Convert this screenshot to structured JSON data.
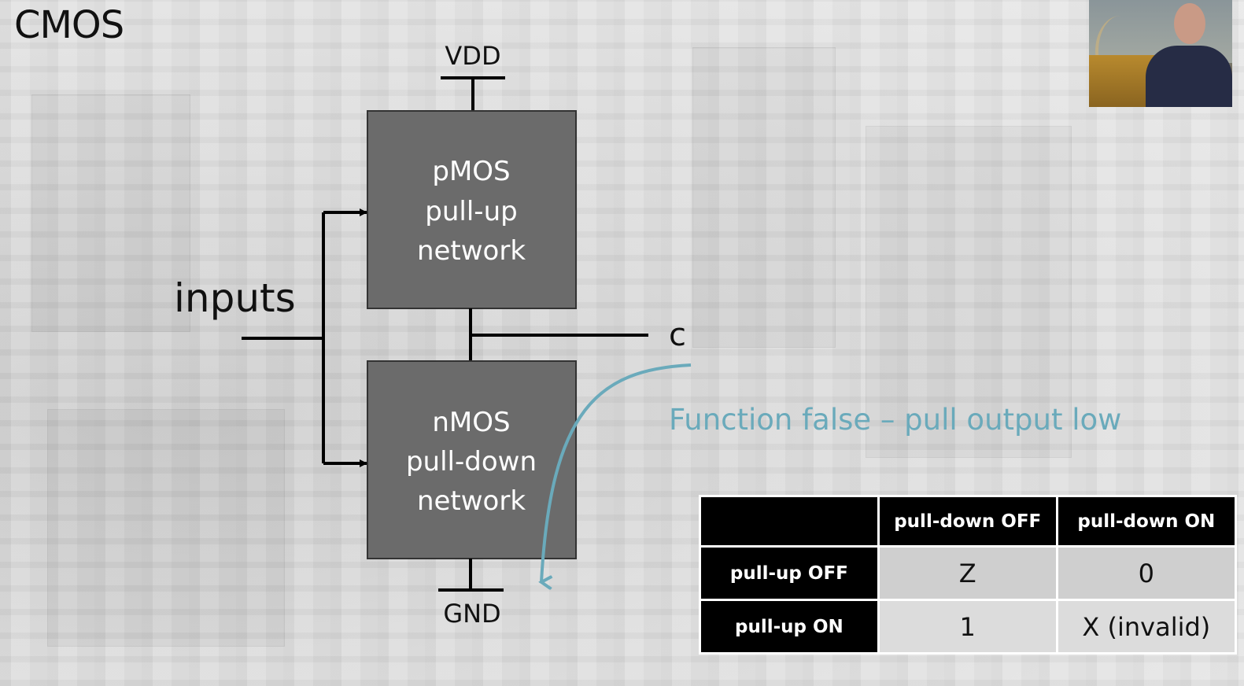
{
  "slide": {
    "title": "CMOS",
    "caption": "Function false – pull output low",
    "caption_color": "#6aaabb"
  },
  "diagram": {
    "vdd_label": "VDD",
    "gnd_label": "GND",
    "inputs_label": "inputs",
    "output_label": "c",
    "pullup_block": [
      "pMOS",
      "pull-up",
      "network"
    ],
    "pulldown_block": [
      "nMOS",
      "pull-down",
      "network"
    ],
    "block_color": "#6b6b6b"
  },
  "truth_table": {
    "corner": "",
    "columns": [
      "pull-down OFF",
      "pull-down ON"
    ],
    "rows": [
      {
        "label": "pull-up OFF",
        "values": [
          "Z",
          "0"
        ]
      },
      {
        "label": "pull-up ON",
        "values": [
          "1",
          "X (invalid)"
        ]
      }
    ]
  }
}
